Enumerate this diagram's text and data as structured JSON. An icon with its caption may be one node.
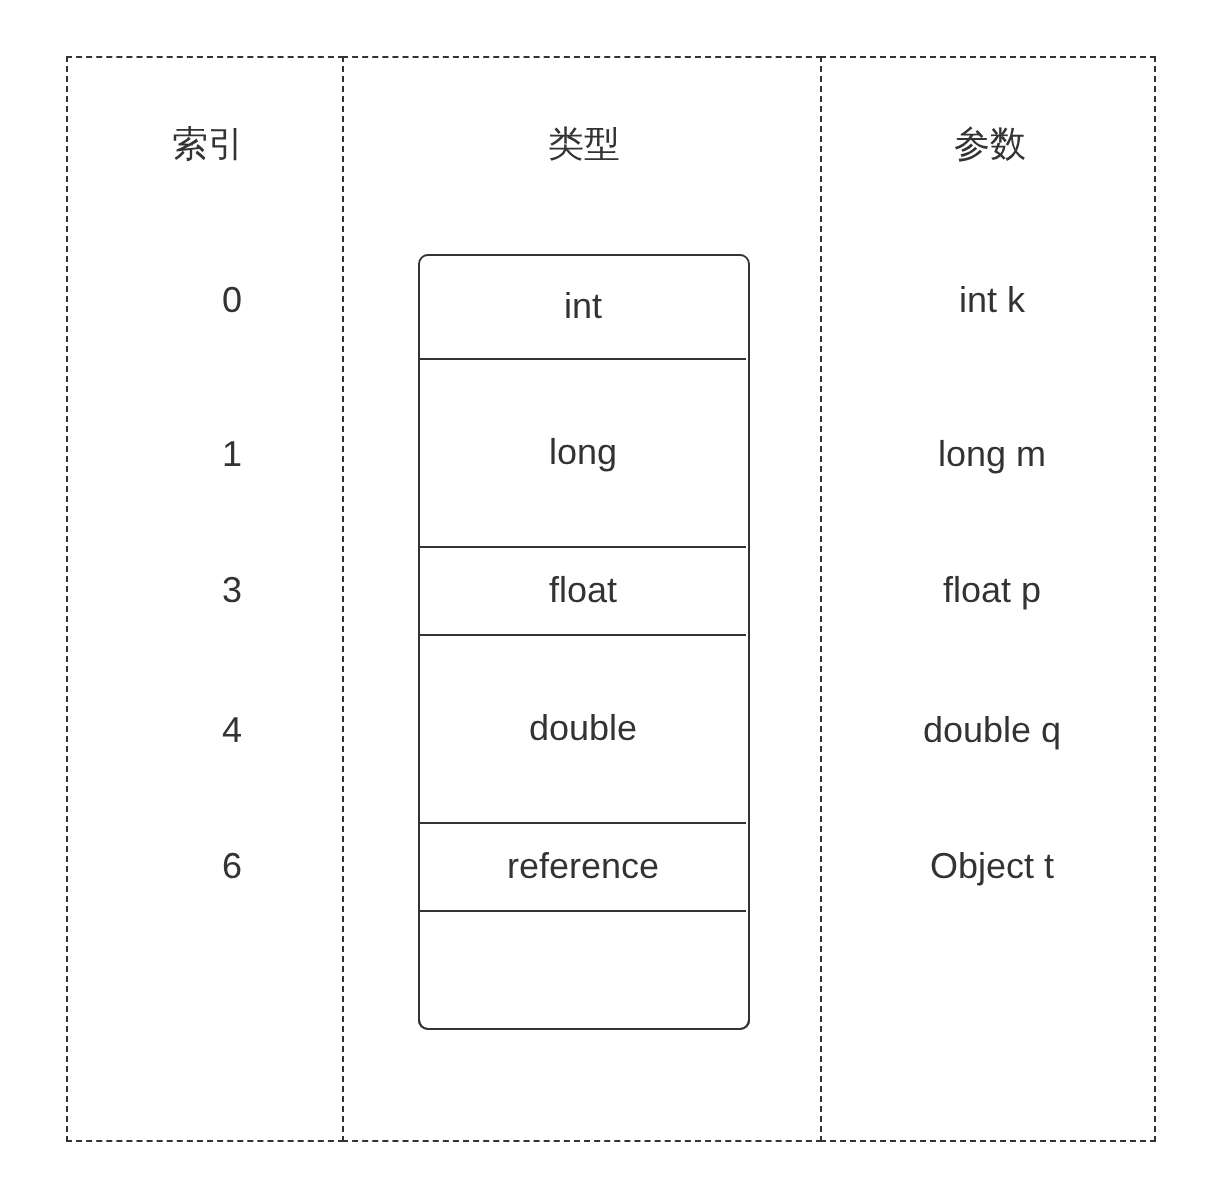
{
  "diagram": {
    "nodes": [
      {
        "text": [
          "索引",
          "0",
          "1",
          "3",
          "4",
          "6"
        ]
      },
      {
        "text": [
          "类型"
        ]
      },
      {
        "text": [
          "参数",
          "int k",
          "long m",
          "float p",
          "double q",
          "Object t"
        ]
      },
      {
        "text": [],
        "shape": "box",
        "in": 1
      },
      {
        "text": [
          "int"
        ],
        "in": 3
      },
      {
        "text": [
          "long"
        ],
        "in": 3
      },
      {
        "text": [
          "float"
        ],
        "in": 3
      },
      {
        "text": [
          "double"
        ],
        "in": 3
      },
      {
        "text": [
          "reference"
        ],
        "in": 3
      },
      {
        "text": [],
        "shape": "box",
        "in": 3
      }
    ]
  }
}
